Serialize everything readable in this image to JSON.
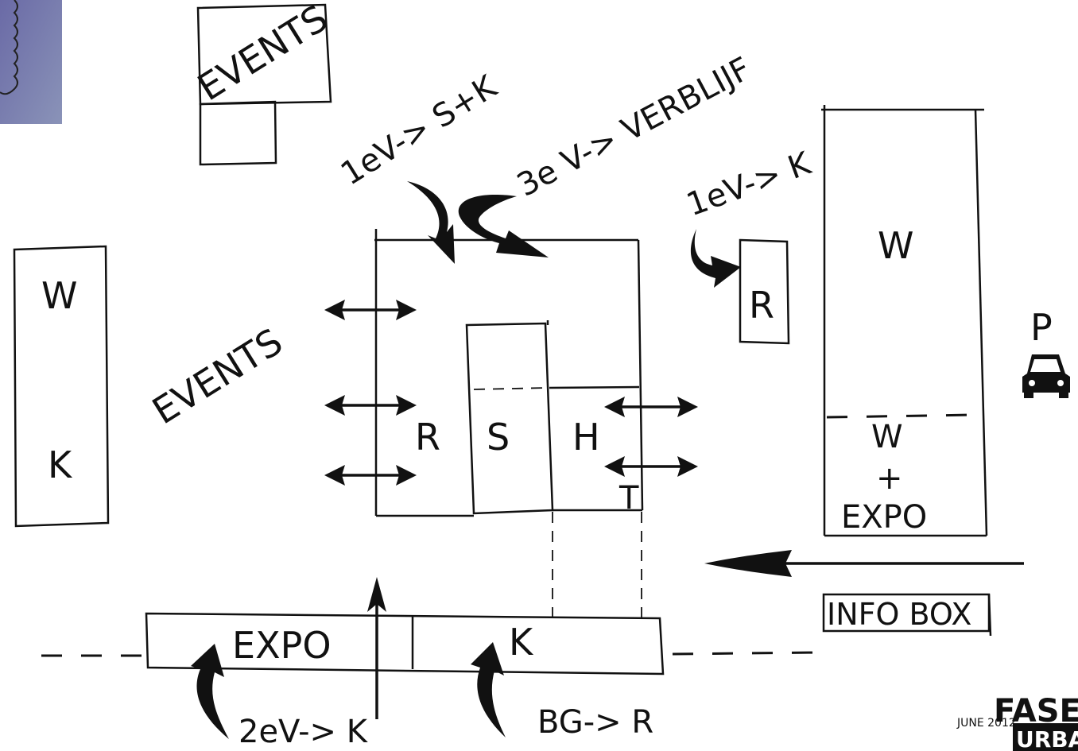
{
  "labels": {
    "events_top": "EVENTS",
    "events_left": "EVENTS",
    "w_left": "W",
    "k_left": "K",
    "r_center": "R",
    "s_center": "S",
    "h_center": "H",
    "t_center": "T",
    "r_small": "R",
    "w_right": "W",
    "w_plus_expo_w": "W",
    "w_plus_expo_plus": "+",
    "w_plus_expo_expo": "EXPO",
    "p_parking": "P",
    "expo_bottom": "EXPO",
    "k_bottom": "K",
    "info_box": "INFO BOX"
  },
  "notes": {
    "first_s_k": "1eV-> S+K",
    "third_verblijf": "3e V-> VERBLIJF",
    "first_k": "1eV-> K",
    "second_k": "2eV-> K",
    "bg_r": "BG-> R"
  },
  "footer": {
    "brand": "FASE",
    "date": "JUNE 2012",
    "logo_text": "URBA"
  },
  "icons": {
    "car": "car-icon",
    "stamp": "stamp-image"
  }
}
